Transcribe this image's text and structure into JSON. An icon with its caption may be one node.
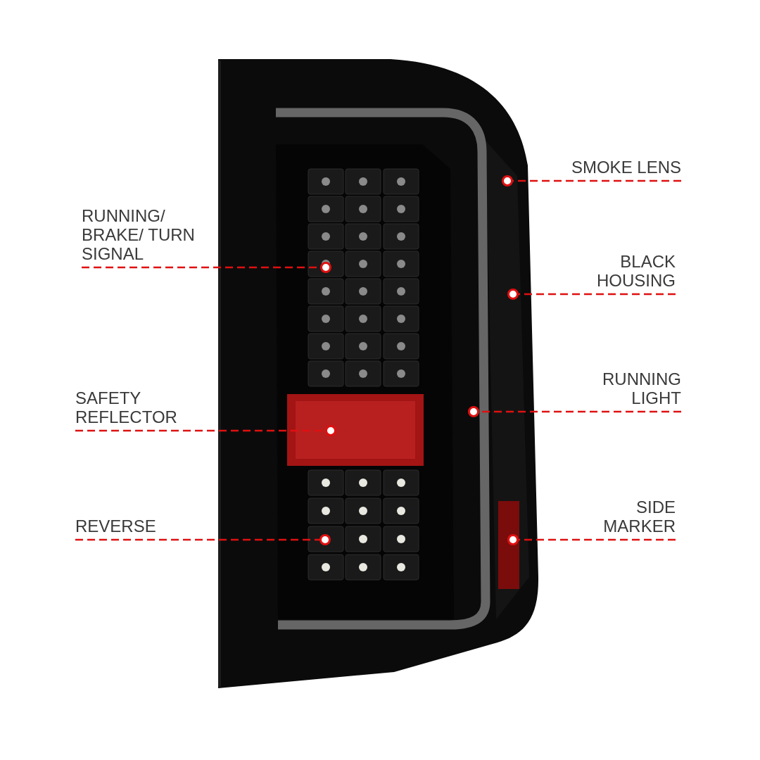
{
  "diagram": {
    "nodes": [
      {
        "text": [
          "SMOKE LENS"
        ]
      },
      {
        "text": [
          "RUNNING/ BRAKE/ TURN SIGNAL"
        ]
      },
      {
        "text": [
          "BLACK HOUSING"
        ]
      },
      {
        "text": [
          "RUNNING LIGHT"
        ]
      },
      {
        "text": [
          "SAFETY REFLECTOR"
        ]
      },
      {
        "text": [
          "SIDE MARKER"
        ]
      },
      {
        "text": [
          "REVERSE"
        ]
      }
    ],
    "edges": [
      {
        "from": 0,
        "to": null,
        "arrow": "other",
        "style": "dashed"
      },
      {
        "from": 1,
        "to": null,
        "arrow": "other",
        "style": "dashed"
      },
      {
        "from": 2,
        "to": null,
        "arrow": "other",
        "style": "dashed"
      },
      {
        "from": 3,
        "to": null,
        "arrow": "other",
        "style": "dashed"
      },
      {
        "from": 4,
        "to": null,
        "arrow": "other",
        "style": "dashed"
      },
      {
        "from": 5,
        "to": null,
        "arrow": "other",
        "style": "dashed"
      },
      {
        "from": 6,
        "to": null,
        "arrow": "other",
        "style": "dashed"
      }
    ]
  }
}
